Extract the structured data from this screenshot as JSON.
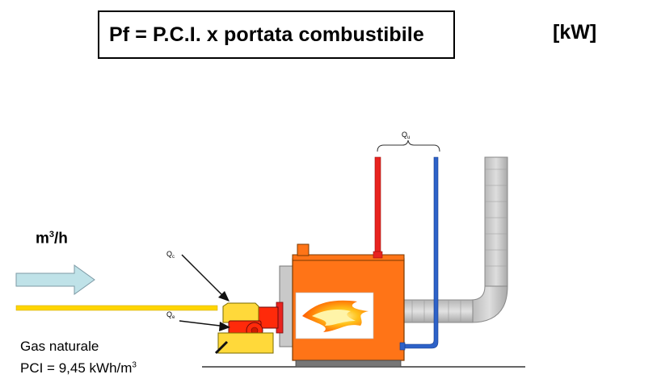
{
  "formula": "Pf = P.C.I. x portata combustibile",
  "unit": "[kW]",
  "flow": {
    "base": "m",
    "sup": "3",
    "tail": "/h"
  },
  "gas": {
    "name": "Gas naturale",
    "pci_prefix": "PCI = 9,45 kWh/m",
    "pci_sup": "3"
  },
  "labels": {
    "qu": {
      "base": "Q",
      "sub": "u"
    },
    "qc": {
      "base": "Q",
      "sub": "c"
    },
    "qe": {
      "base": "Q",
      "sub": "e"
    }
  },
  "colors": {
    "boiler": "#ff7417",
    "hot_pipe": "#e8231f",
    "cold_pipe": "#2d62c8",
    "fuel_line": "#ffd500",
    "burner": "#ff2a0a",
    "flow_arrow": "#bfe2e8",
    "flue": "#c8c8c8"
  }
}
